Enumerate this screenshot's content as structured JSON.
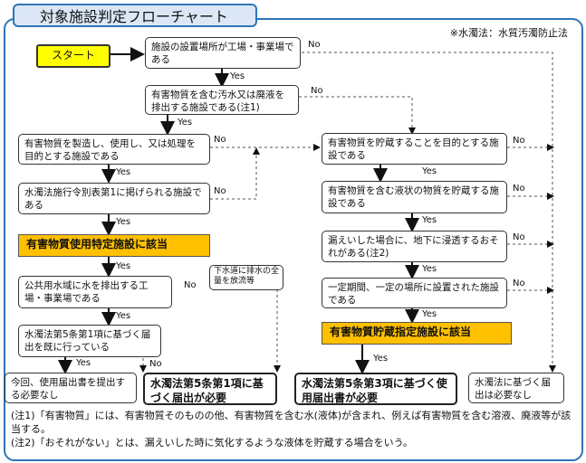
{
  "title": "対象施設判定フローチャート",
  "legend": "※水濁法：水質汚濁防止法",
  "start": "スタート",
  "yes": "Yes",
  "no": "No",
  "boxes": {
    "q1": "施設の設置場所が工場・事業場である",
    "q2": "有害物質を含む汚水又は廃液を排出する施設である(注1)",
    "q3": "有害物質を製造し、使用し、又は処理を目的とする施設である",
    "q4": "水濁法施行令別表第1に掲げられる施設である",
    "r1": "有害物質使用特定施設に該当",
    "q5": "公共用水域に水を排出する工場・事業場である",
    "q5note": "下水道に排水の全量を放流等",
    "q6": "水濁法第5条第1項に基づく届出を既に行っている",
    "end1": "今回、使用届出書を提出する必要なし",
    "end2": "水濁法第5条第1項に基づく届出が必要",
    "s1": "有害物質を貯蔵することを目的とする施設である",
    "s2": "有害物質を含む液状の物質を貯蔵する施設である",
    "s3": "漏えいした場合に、地下に浸透するおそれがある(注2)",
    "s4": "一定期間、一定の場所に設置された施設である",
    "r2": "有害物質貯蔵指定施設に該当",
    "end3": "水濁法第5条第3項に基づく使用届出書が必要",
    "end4": "水濁法に基づく届出は必要なし"
  },
  "notes": {
    "n1": "(注1)「有害物質」には、有害物質そのものの他、有害物質を含む水(液体)が含まれ、例えば有害物質を含む溶液、廃液等が該当する。",
    "n2": "(注2)「おそれがない」とは、漏えいした時に気化するような液体を貯蔵する場合をいう。"
  },
  "colors": {
    "frame": "#2e75b6",
    "start": "#ffff00",
    "result": "#ffc000",
    "tab": "#dbe7f6"
  }
}
